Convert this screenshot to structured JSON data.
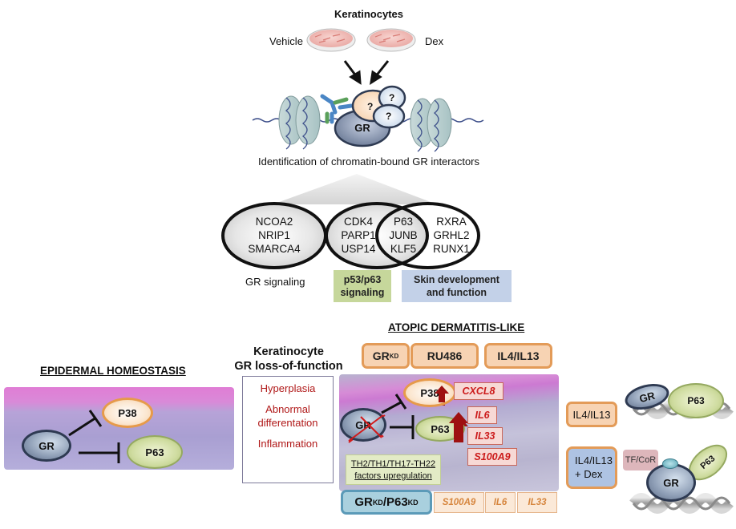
{
  "top": {
    "title": "Keratinocytes",
    "conditions": [
      "Vehicle",
      "Dex"
    ],
    "complex_labels": {
      "gr": "GR",
      "unknown": "?"
    },
    "caption": "Identification of chromatin-bound GR interactors"
  },
  "venn": {
    "groups": [
      {
        "genes": [
          "NCOA2",
          "NRIP1",
          "SMARCA4"
        ]
      },
      {
        "genes": [
          "CDK4",
          "PARP1",
          "USP14"
        ]
      },
      {
        "genes": [
          "P63",
          "JUNB",
          "KLF5"
        ]
      },
      {
        "genes": [
          "RXRA",
          "GRHL2",
          "RUNX1"
        ]
      }
    ],
    "categories": [
      {
        "label_lines": [
          "GR signaling"
        ],
        "color": "#ffffff"
      },
      {
        "label_lines": [
          "p53/p63",
          "signaling"
        ],
        "color": "#c6d79b"
      },
      {
        "label_lines": [
          "Skin development",
          "and function"
        ],
        "color": "#c3d1e8"
      }
    ]
  },
  "homeostasis": {
    "title": "EPIDERMAL HOMEOSTASIS",
    "nodes": {
      "gr": "GR",
      "p38": "P38",
      "p63": "P63"
    }
  },
  "loss_of_function": {
    "title_lines": [
      "Keratinocyte",
      "GR loss-of-function"
    ],
    "effects": [
      "Hyperplasia",
      "Abnormal differentation",
      "Inflammation"
    ],
    "effects_lines": [
      [
        "Hyperplasia"
      ],
      [
        "Abnormal",
        "differentation"
      ],
      [
        "Inflammation"
      ]
    ]
  },
  "atopic": {
    "title": "ATOPIC DERMATITIS-LIKE",
    "conditions": [
      {
        "base": "GR",
        "sup": "KD"
      },
      {
        "base": "RU486",
        "sup": ""
      },
      {
        "base": "IL4/IL13",
        "sup": ""
      }
    ],
    "nodes": {
      "gr": "GR",
      "p38": "P38",
      "p63": "P63"
    },
    "upregulated_genes": [
      "CXCL8",
      "IL6",
      "IL33",
      "S100A9"
    ],
    "th_box_lines": [
      "TH2/TH1/TH17-TH22",
      "factors upregulation"
    ],
    "double_kd": {
      "part1": "GR",
      "sup1": "KD",
      "part2": "/P63",
      "sup2": "KD"
    },
    "rescued_genes": [
      "S100A9",
      "IL6",
      "IL33"
    ]
  },
  "mechanism": {
    "rows": [
      {
        "condition_lines": [
          "IL4/IL13"
        ],
        "color": "#f7d3b3",
        "gr": "GR",
        "p63": "P63"
      },
      {
        "condition_lines": [
          "IL4/IL13",
          "+ Dex"
        ],
        "color": "#aec3e3",
        "gr": "GR",
        "p63": "P63",
        "cofactor": "TF/CoR"
      }
    ]
  },
  "colors": {
    "orange_border": "#e39b58",
    "red_text": "#cc1b1b",
    "p63_green": "#cfdca0",
    "gr_blue": "#8c9cb4",
    "up_arrow": "#9e1010"
  }
}
